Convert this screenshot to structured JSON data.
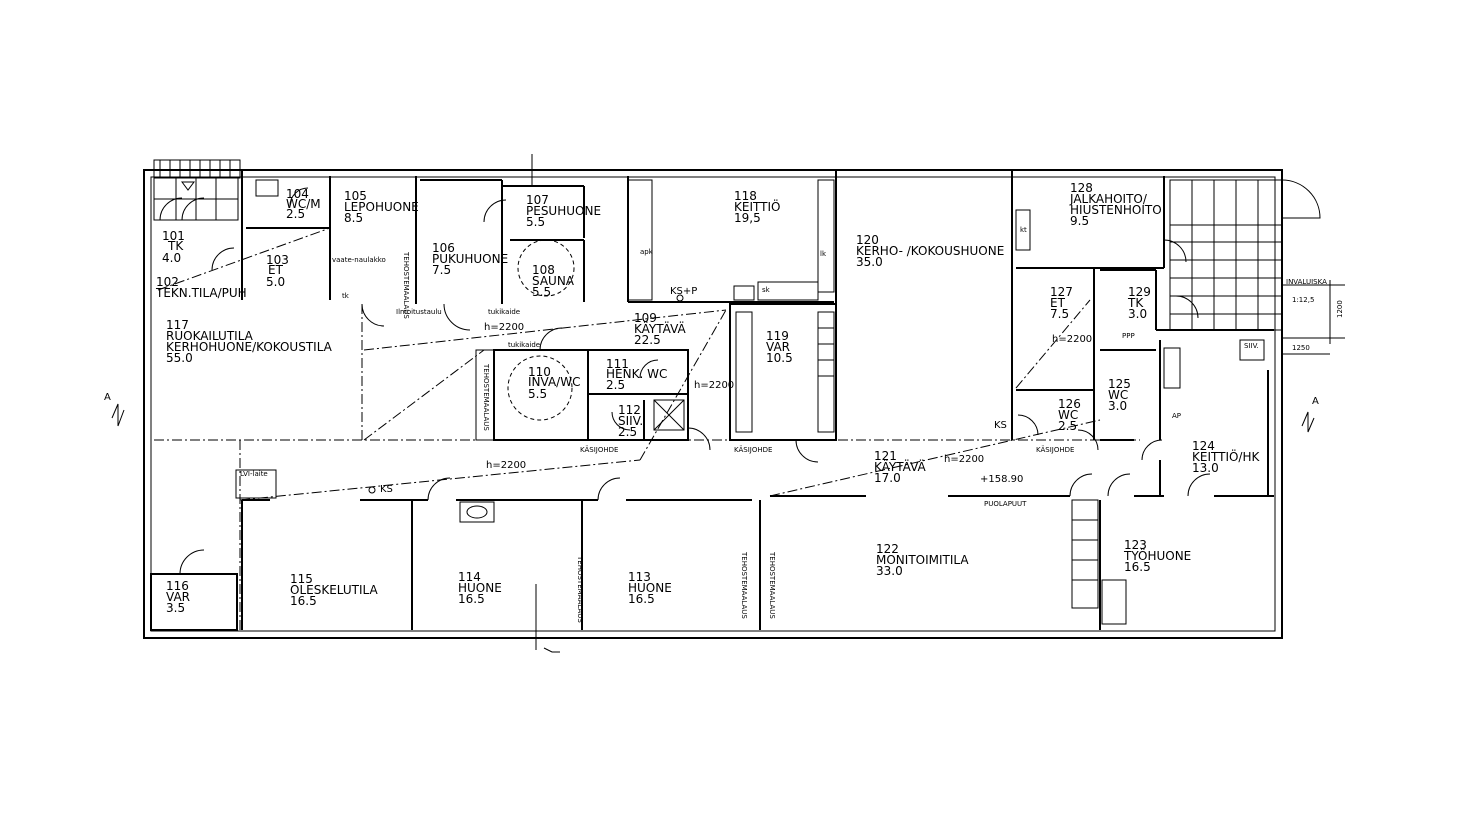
{
  "rooms": [
    {
      "id": "101",
      "lines": [
        "TK",
        "4.0"
      ]
    },
    {
      "id": "102",
      "lines": [
        "TEKN.TILA/PUH"
      ]
    },
    {
      "id": "103",
      "lines": [
        "ET",
        "5.0"
      ]
    },
    {
      "id": "104",
      "lines": [
        "WC/M",
        "2.5"
      ]
    },
    {
      "id": "105",
      "lines": [
        "LEPOHUONE",
        "8.5"
      ]
    },
    {
      "id": "106",
      "lines": [
        "PUKUHUONE",
        "7.5"
      ]
    },
    {
      "id": "107",
      "lines": [
        "PESUHUONE",
        "5.5"
      ]
    },
    {
      "id": "108",
      "lines": [
        "SAUNA",
        "5.5"
      ]
    },
    {
      "id": "109",
      "lines": [
        "KÄYTÄVÄ",
        "22.5"
      ]
    },
    {
      "id": "110",
      "lines": [
        "INVA/WC",
        "5.5"
      ]
    },
    {
      "id": "111",
      "lines": [
        "HENK. WC",
        "2.5"
      ]
    },
    {
      "id": "112",
      "lines": [
        "SIIV.",
        "2.5"
      ]
    },
    {
      "id": "113",
      "lines": [
        "HUONE",
        "16.5"
      ]
    },
    {
      "id": "114",
      "lines": [
        "HUONE",
        "16.5"
      ]
    },
    {
      "id": "115",
      "lines": [
        "OLESKELUTILA",
        "16.5"
      ]
    },
    {
      "id": "116",
      "lines": [
        "VAR",
        "3.5"
      ]
    },
    {
      "id": "117",
      "lines": [
        "RUOKAILUTILA",
        "KERHOHUONE/KOKOUSTILA",
        "55.0"
      ]
    },
    {
      "id": "118",
      "lines": [
        "KEITTIÖ",
        "19,5"
      ]
    },
    {
      "id": "119",
      "lines": [
        "VAR",
        "10.5"
      ]
    },
    {
      "id": "120",
      "lines": [
        "KERHO-  /KOKOUSHUONE",
        "35.0"
      ]
    },
    {
      "id": "121",
      "lines": [
        "KÄYTÄVÄ",
        "17.0"
      ]
    },
    {
      "id": "122",
      "lines": [
        "MONITOIMITILA",
        "33.0"
      ]
    },
    {
      "id": "123",
      "lines": [
        "TYÖHUONE",
        "16.5"
      ]
    },
    {
      "id": "124",
      "lines": [
        "KEITTIÖ/HK",
        "13.0"
      ]
    },
    {
      "id": "125",
      "lines": [
        "WC",
        "3.0"
      ]
    },
    {
      "id": "126",
      "lines": [
        "WC",
        "2.5"
      ]
    },
    {
      "id": "127",
      "lines": [
        "ET",
        "7.5"
      ]
    },
    {
      "id": "128",
      "lines": [
        "JALKAHOITO/",
        "HIUSTENHOITO",
        "9.5"
      ]
    },
    {
      "id": "129",
      "lines": [
        "TK",
        "3.0"
      ]
    }
  ],
  "annotations": {
    "h1": "h=2200",
    "h2": "h=2200",
    "h3": "h=2200",
    "h4": "h=2200",
    "h5": "h=2200",
    "ks_p": "KS+P",
    "ks1": "KS",
    "ks2": "KS",
    "level": "+158.90",
    "inva": "INVALUISKA",
    "slope": "1:12,5",
    "dim1200": "1200",
    "dim1250": "1250",
    "sectionA": "A",
    "tukikaide1": "tukikaide",
    "tukikaide2": "tukikaide",
    "ilmoitustaulu": "Ilmoitustaulu",
    "vaatenaulakko": "vaate-naulakko",
    "kasijohde1": "KÄSIJOHDE",
    "kasijohde2": "KÄSIJOHDE",
    "kasijohde3": "KÄSIJOHDE",
    "lvi": "LVI-laite",
    "puolapuut": "PUOLAPUUT",
    "tehoste": "TEHOSTEMAALAUS",
    "apk": "apk",
    "sk": "sk",
    "lk": "lk",
    "kt": "kt",
    "ppp": "PPP",
    "ap": "AP",
    "siiv": "SIIV.",
    "kaappi": "tk"
  }
}
